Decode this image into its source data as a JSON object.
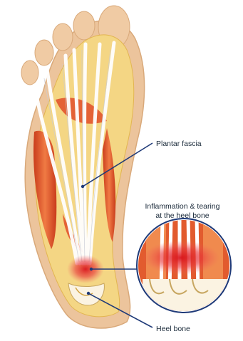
{
  "labels": {
    "plantar_fascia": "Plantar fascia",
    "inflammation_line1": "Inflammation & tearing",
    "inflammation_line2": "at the heel bone",
    "heel_bone": "Heel bone"
  },
  "colors": {
    "skin": "#e9c29a",
    "fat_layer": "#f3d27a",
    "muscle": "#e0562c",
    "fascia": "#f4f4f6",
    "inflammation": "#d8141c",
    "pointer": "#1f3a78"
  }
}
